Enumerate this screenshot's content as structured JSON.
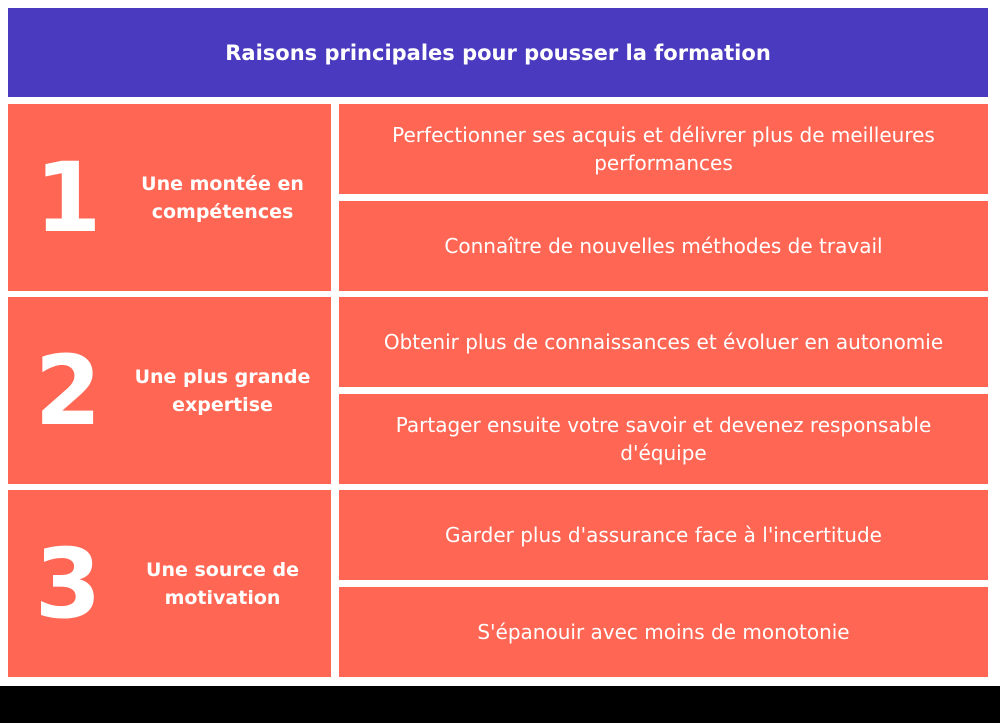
{
  "title": "Raisons principales pour pousser la formation",
  "colors": {
    "header": "#4a3abf",
    "cell": "#ff6654",
    "text": "#ffffff"
  },
  "rows": [
    {
      "number": "1",
      "label": "Une montée en compétences",
      "items": [
        "Perfectionner ses acquis et délivrer plus de meilleures performances",
        "Connaître de nouvelles méthodes de travail"
      ]
    },
    {
      "number": "2",
      "label": "Une plus grande expertise",
      "items": [
        "Obtenir plus de connaissances et évoluer en autonomie",
        "Partager ensuite votre savoir et devenez responsable d'équipe"
      ]
    },
    {
      "number": "3",
      "label": "Une source de motivation",
      "items": [
        "Garder plus d'assurance face à l'incertitude",
        "S'épanouir avec moins de monotonie"
      ]
    }
  ]
}
